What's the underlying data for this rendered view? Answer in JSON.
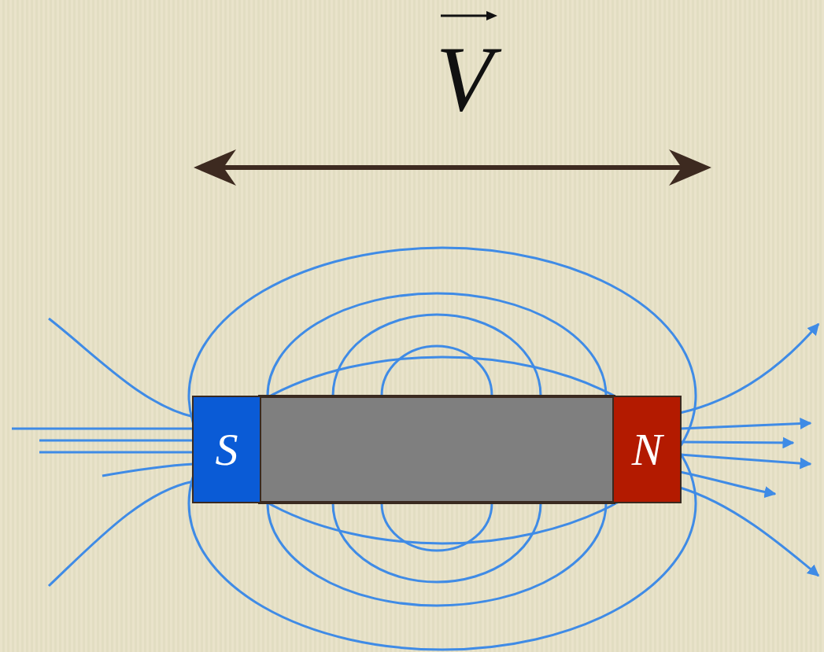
{
  "diagram": {
    "nodes": [
      {
        "text": [
          "S"
        ]
      },
      {
        "text": [
          "N"
        ]
      }
    ],
    "labels": [
      "V"
    ]
  }
}
